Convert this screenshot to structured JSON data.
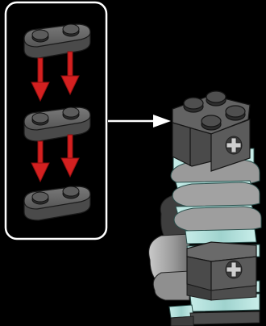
{
  "scene": {
    "background": "#000000",
    "callout": {
      "border_color": "#ffffff",
      "plates": [
        {
          "name": "top-plate"
        },
        {
          "name": "middle-plate"
        },
        {
          "name": "bottom-plate"
        }
      ],
      "plate_color": "#5a5a5a",
      "arrow_color": "#d42020"
    },
    "connector_arrow": {
      "color": "#ffffff",
      "icon": "arrow-right-icon"
    },
    "model": {
      "brick_color": "#595959",
      "trans_color": "#a9d8d4",
      "light_gray": "#a8a8a8"
    }
  }
}
